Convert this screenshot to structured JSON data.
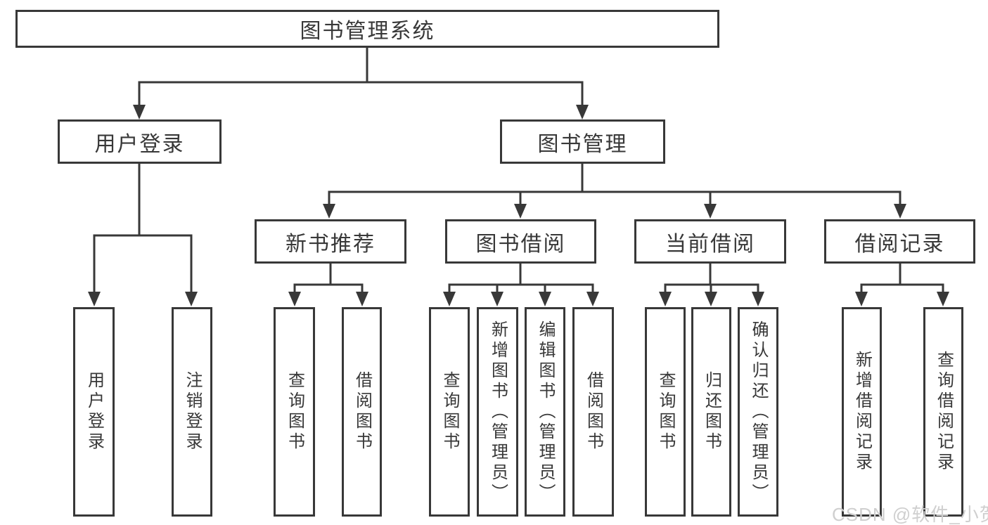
{
  "diagram": {
    "root": {
      "label": "图书管理系统"
    },
    "branches": [
      {
        "label": "用户登录",
        "children": [
          {
            "label": "用户登录"
          },
          {
            "label": "注销登录"
          }
        ]
      },
      {
        "label": "图书管理",
        "children": [
          {
            "label": "新书推荐",
            "children": [
              {
                "label": "查询图书"
              },
              {
                "label": "借阅图书"
              }
            ]
          },
          {
            "label": "图书借阅",
            "children": [
              {
                "label": "查询图书"
              },
              {
                "label": "新增图书（管理员）"
              },
              {
                "label": "编辑图书（管理员）"
              },
              {
                "label": "借阅图书"
              }
            ]
          },
          {
            "label": "当前借阅",
            "children": [
              {
                "label": "查询图书"
              },
              {
                "label": "归还图书"
              },
              {
                "label": "确认归还（管理员）"
              }
            ]
          },
          {
            "label": "借阅记录",
            "children": [
              {
                "label": "新增借阅记录"
              },
              {
                "label": "查询借阅记录"
              }
            ]
          }
        ]
      }
    ]
  },
  "watermark": {
    "text": "CSDN @软件_小贺同学"
  },
  "colors": {
    "line": "#383838",
    "box_border": "#383838",
    "text": "#383838",
    "watermark": "#cfcfcf",
    "background": "#ffffff"
  }
}
